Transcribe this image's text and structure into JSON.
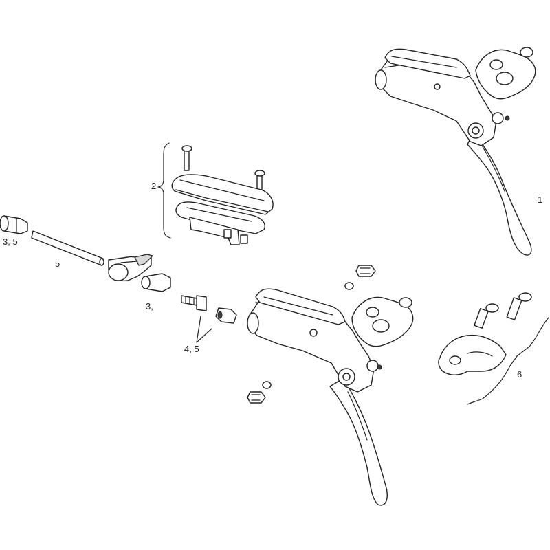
{
  "callouts": {
    "master_cylinder_lever": "1",
    "reservoir_cover_kit": "2",
    "hose_barb_left": "3, 5",
    "hose_line": "5",
    "compression_fitting": "3,",
    "banjo_bolt_kit": "4, 5",
    "clamp_kit": "6"
  },
  "colors": {
    "line": "#222222",
    "background": "#ffffff",
    "fill_dark": "#3a3a3a"
  }
}
